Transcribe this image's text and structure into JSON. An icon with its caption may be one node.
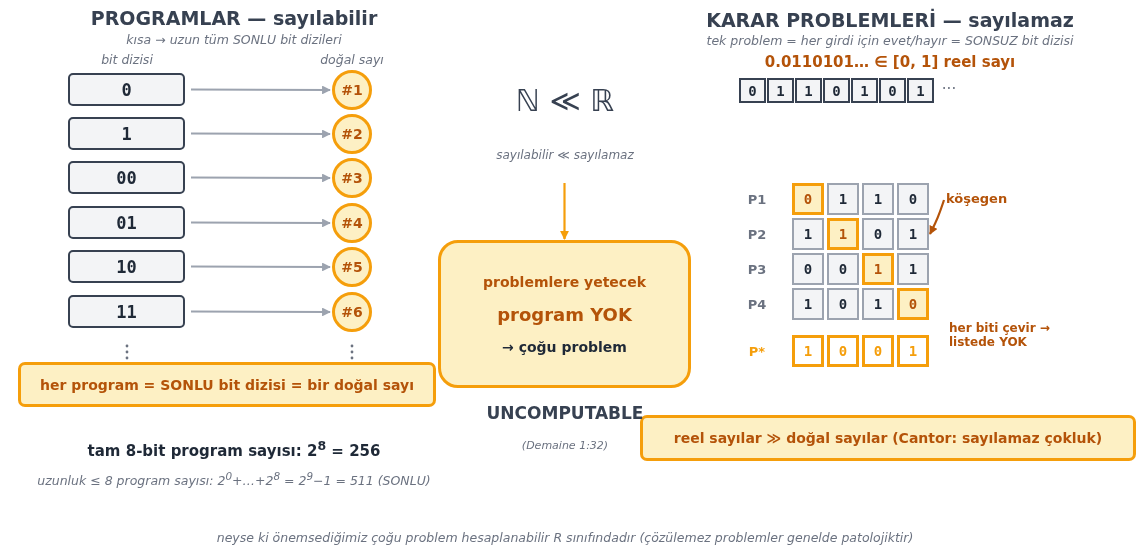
{
  "diagram": {
    "nodes": [
      {
        "text": [
          "0"
        ]
      },
      {
        "text": [
          "1"
        ]
      },
      {
        "text": [
          "00"
        ]
      },
      {
        "text": [
          "01"
        ]
      },
      {
        "text": [
          "10"
        ]
      },
      {
        "text": [
          "11"
        ]
      },
      {
        "text": [
          "#1"
        ]
      },
      {
        "text": [
          "#2"
        ]
      },
      {
        "text": [
          "#3"
        ]
      },
      {
        "text": [
          "#4"
        ]
      },
      {
        "text": [
          "#5"
        ]
      },
      {
        "text": [
          "#6"
        ]
      },
      {
        "text": [
          "her program = SONLU bit dizisi = bir doğal sayı"
        ]
      },
      {
        "text": [
          "problemlere yetecek",
          "program YOK",
          "→ çoğu problem"
        ]
      },
      {
        "text": [
          "köşegen"
        ]
      },
      {
        "text": [
          "reel sayılar  ≫  doğal sayılar  (Cantor: sayılamaz çokluk)"
        ]
      },
      {
        "text": [
          "1"
        ]
      }
    ],
    "edges": [
      {
        "from": 0,
        "to": 6,
        "arrow": "to"
      },
      {
        "from": 1,
        "to": 7,
        "arrow": "to"
      },
      {
        "from": 2,
        "to": 8,
        "arrow": "to"
      },
      {
        "from": 3,
        "to": 9,
        "arrow": "to"
      },
      {
        "from": 4,
        "to": 10,
        "arrow": "to"
      },
      {
        "from": 5,
        "to": 11,
        "arrow": "to"
      },
      {
        "from": null,
        "to": 13,
        "arrow": "to",
        "color": "#f59e0b"
      },
      {
        "from": 14,
        "to": 16,
        "arrow": "to",
        "color": "#b45309"
      }
    ],
    "labels": [
      "PROGRAMLAR — sayılabilir",
      "kısa → uzun tüm SONLU bit dizileri",
      "bit dizisi",
      "doğal sayı",
      "KARAR PROBLEMLERİ — sayılamaz",
      "tek problem = her girdi için evet/hayır = SONSUZ bit dizisi",
      "0.0110101…  ∈  [0, 1]  reel sayı",
      "0",
      "1",
      "1",
      "0",
      "1",
      "0",
      "1",
      "···",
      "ℕ  ≪  ℝ",
      "sayılabilir ≪ sayılamaz",
      "P1",
      "0",
      "1",
      "1",
      "0",
      "P2",
      "1",
      "1",
      "0",
      "P3",
      "0",
      "0",
      "1",
      "1",
      "P4",
      "1",
      "0",
      "1",
      "0",
      "P*",
      "1",
      "0",
      "0",
      "1",
      "her biti çevir → listede YOK",
      "UNCOMPUTABLE",
      "(Demaine 1:32)",
      "tam 8-bit program sayısı:  2$^{8}$ = 256",
      "uzunluk ≤ 8 program sayısı:  2$^{0}$+…+2$^{8}$ = 2$^{9}$−1 = 511  (SONLU)",
      "neyse ki önemsediğimiz çoğu problem hesaplanabilir R sınıfındadır (çözülemez problemler genelde patolojiktir)"
    ]
  }
}
